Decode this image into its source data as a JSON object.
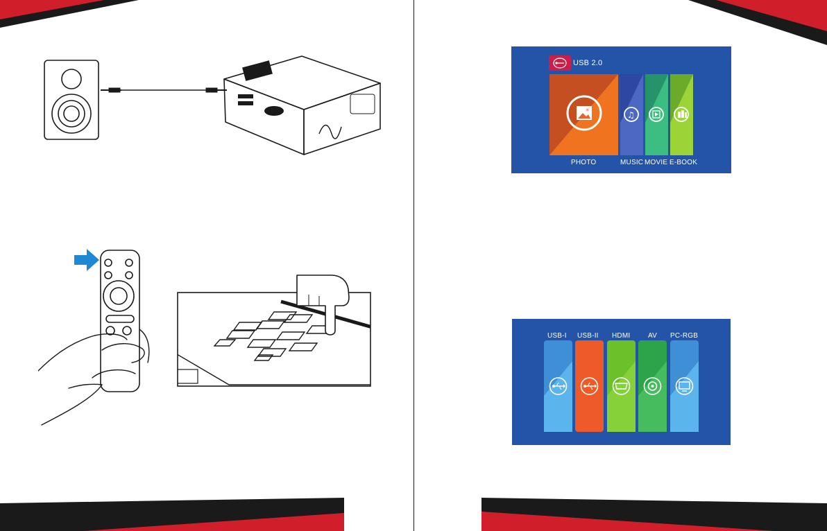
{
  "usb_menu": {
    "header_label": "USB 2.0",
    "tiles": [
      {
        "label": "PHOTO",
        "icon": "photo-icon",
        "color": "#e8622a"
      },
      {
        "label": "MUSIC",
        "icon": "music-icon",
        "color": "#3c56b4"
      },
      {
        "label": "MOVIE",
        "icon": "movie-icon",
        "color": "#2fa86c"
      },
      {
        "label": "E-BOOK",
        "icon": "ebook-icon",
        "color": "#8cc83c"
      }
    ]
  },
  "source_menu": {
    "sources": [
      {
        "label": "USB-I",
        "icon": "usb-icon",
        "color": "#4aa0dc"
      },
      {
        "label": "USB-II",
        "icon": "usb-icon",
        "color": "#ee5a28"
      },
      {
        "label": "HDMI",
        "icon": "hdmi-icon",
        "color": "#7cc832"
      },
      {
        "label": "AV",
        "icon": "av-icon",
        "color": "#3cb054"
      },
      {
        "label": "PC-RGB",
        "icon": "monitor-icon",
        "color": "#4aa0dc"
      }
    ]
  },
  "colors": {
    "screen_bg": "#2454a8",
    "brand_red": "#d01f2a",
    "dark": "#1a1a1a",
    "pointer_arrow": "#1e88d2"
  }
}
